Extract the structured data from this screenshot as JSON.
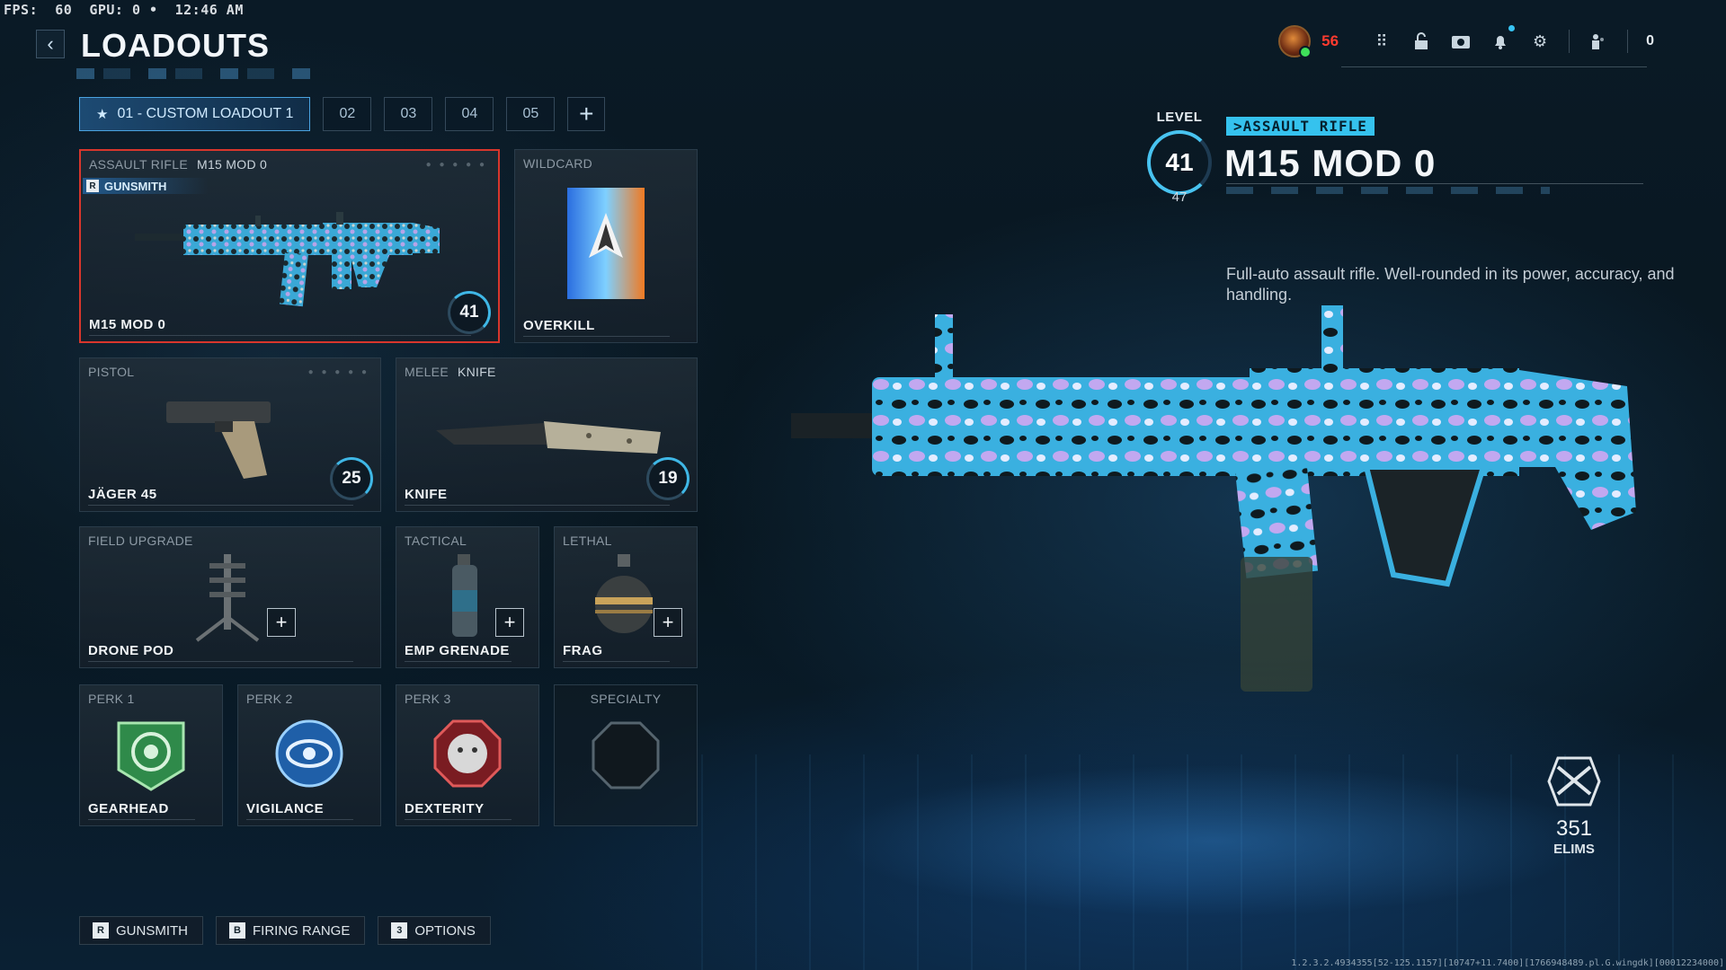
{
  "hud": {
    "fps_label": "FPS:",
    "fps_value": "60",
    "gpu_label": "GPU:",
    "gpu_value": "0",
    "time": "12:46 AM"
  },
  "header": {
    "title": "LOADOUTS"
  },
  "tabs": [
    {
      "label": "01 - CUSTOM LOADOUT 1",
      "active": true
    },
    {
      "label": "02"
    },
    {
      "label": "03"
    },
    {
      "label": "04"
    },
    {
      "label": "05"
    },
    {
      "label": "+"
    }
  ],
  "cards": {
    "primary": {
      "category": "ASSAULT RIFLE",
      "weapon": "M15 MOD 0",
      "gunsmith_key": "R",
      "gunsmith_label": "GUNSMITH",
      "name": "M15 MOD 0",
      "level": "41"
    },
    "wildcard": {
      "category": "WILDCARD",
      "name": "OVERKILL"
    },
    "pistol": {
      "category": "PISTOL",
      "name": "JÄGER 45",
      "level": "25"
    },
    "melee": {
      "category": "MELEE",
      "subtype": "KNIFE",
      "name": "KNIFE",
      "level": "19"
    },
    "field_upgrade": {
      "category": "FIELD UPGRADE",
      "name": "DRONE POD"
    },
    "tactical": {
      "category": "TACTICAL",
      "name": "EMP GRENADE"
    },
    "lethal": {
      "category": "LETHAL",
      "name": "FRAG"
    },
    "perk1": {
      "category": "PERK 1",
      "name": "GEARHEAD"
    },
    "perk2": {
      "category": "PERK 2",
      "name": "VIGILANCE"
    },
    "perk3": {
      "category": "PERK 3",
      "name": "DEXTERITY"
    },
    "specialty": {
      "category": "SPECIALTY"
    }
  },
  "detail": {
    "level_label": "LEVEL",
    "level": "41",
    "level_next": "47",
    "category_tag": ">ASSAULT RIFLE",
    "weapon_name": "M15 MOD 0",
    "description": "Full-auto assault rifle. Well-rounded in its power, accuracy, and handling."
  },
  "topbar": {
    "currency": "56",
    "party_count": "0"
  },
  "stats": {
    "elims": "351",
    "elims_label": "ELIMS"
  },
  "footer": [
    {
      "key": "R",
      "label": "GUNSMITH"
    },
    {
      "key": "B",
      "label": "FIRING RANGE"
    },
    {
      "key": "3",
      "label": "OPTIONS"
    }
  ],
  "debug_text": "1.2.3.2.4934355[52-125.1157][10747+11.7400][1766948489.pl.G.wingdk][00012234000]",
  "colors": {
    "accent": "#3fb7e6",
    "selected_border": "#d8362c",
    "currency": "#ff3b2f",
    "tag_bg": "#35c2ee"
  },
  "icons": [
    "back-chevron-icon",
    "star-icon",
    "grid-icon",
    "lock-icon",
    "camera-icon",
    "bell-icon",
    "gear-icon",
    "party-icon",
    "elims-crossed-rifles-icon"
  ]
}
